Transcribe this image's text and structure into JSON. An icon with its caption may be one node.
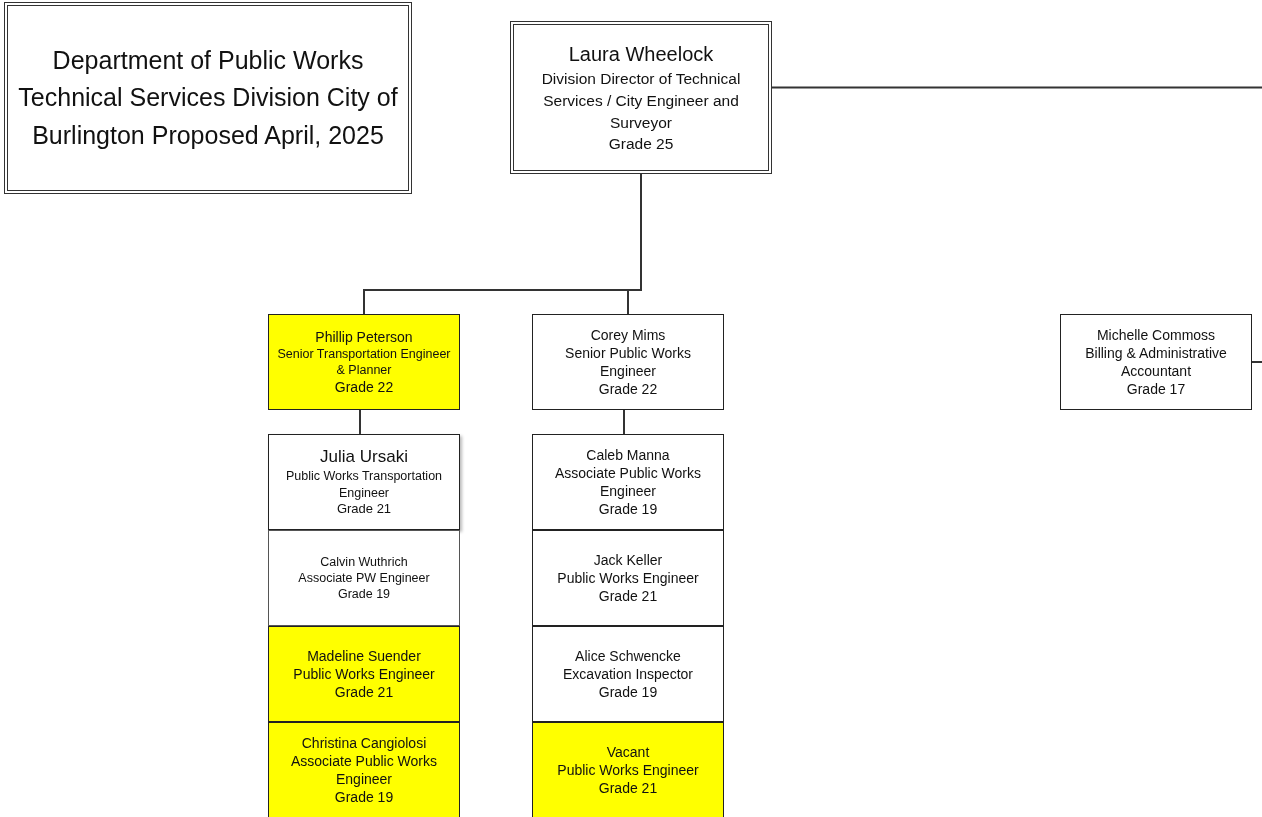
{
  "diagram": {
    "nodes": [
      {
        "text": [
          "Department of Public Works Technical Services Division City of Burlington Proposed April, 2025"
        ]
      },
      {
        "text": [
          "Laura Wheelock",
          "Division Director of Technical Services / City Engineer and Surveyor",
          "Grade 25"
        ]
      },
      {
        "text": [
          "Phillip Peterson",
          "Senior Transportation Engineer & Planner",
          "Grade 22"
        ]
      },
      {
        "text": [
          "Corey Mims",
          "Senior Public Works Engineer",
          "Grade 22"
        ]
      },
      {
        "text": [
          "Michelle Commoss",
          "Billing & Administrative Accountant",
          "Grade 17"
        ]
      },
      {
        "text": [
          "Julia Ursaki",
          "Public Works Transportation Engineer",
          "Grade 21"
        ]
      },
      {
        "text": [
          "Calvin Wuthrich",
          "Associate PW Engineer",
          "Grade 19"
        ]
      },
      {
        "text": [
          "Madeline Suender",
          "Public Works Engineer",
          "Grade 21"
        ]
      },
      {
        "text": [
          "Christina Cangiolosi",
          "Associate Public Works Engineer",
          "Grade 19"
        ]
      },
      {
        "text": [
          "Caleb Manna",
          "Associate Public Works Engineer",
          "Grade 19"
        ]
      },
      {
        "text": [
          "Jack Keller",
          "Public Works Engineer",
          "Grade 21"
        ]
      },
      {
        "text": [
          "Alice Schwencke",
          "Excavation Inspector",
          "Grade 19"
        ]
      },
      {
        "text": [
          "Vacant",
          "Public Works Engineer",
          "Grade 21"
        ]
      }
    ],
    "edges": [
      {
        "from": 1,
        "to": 2,
        "arrow": "none"
      },
      {
        "from": 1,
        "to": 3,
        "arrow": "none"
      },
      {
        "from": 1,
        "to": null,
        "arrow": "none"
      },
      {
        "from": 4,
        "to": null,
        "arrow": "none"
      },
      {
        "from": 2,
        "to": 5,
        "arrow": "none"
      },
      {
        "from": 3,
        "to": 9,
        "arrow": "none"
      }
    ]
  }
}
